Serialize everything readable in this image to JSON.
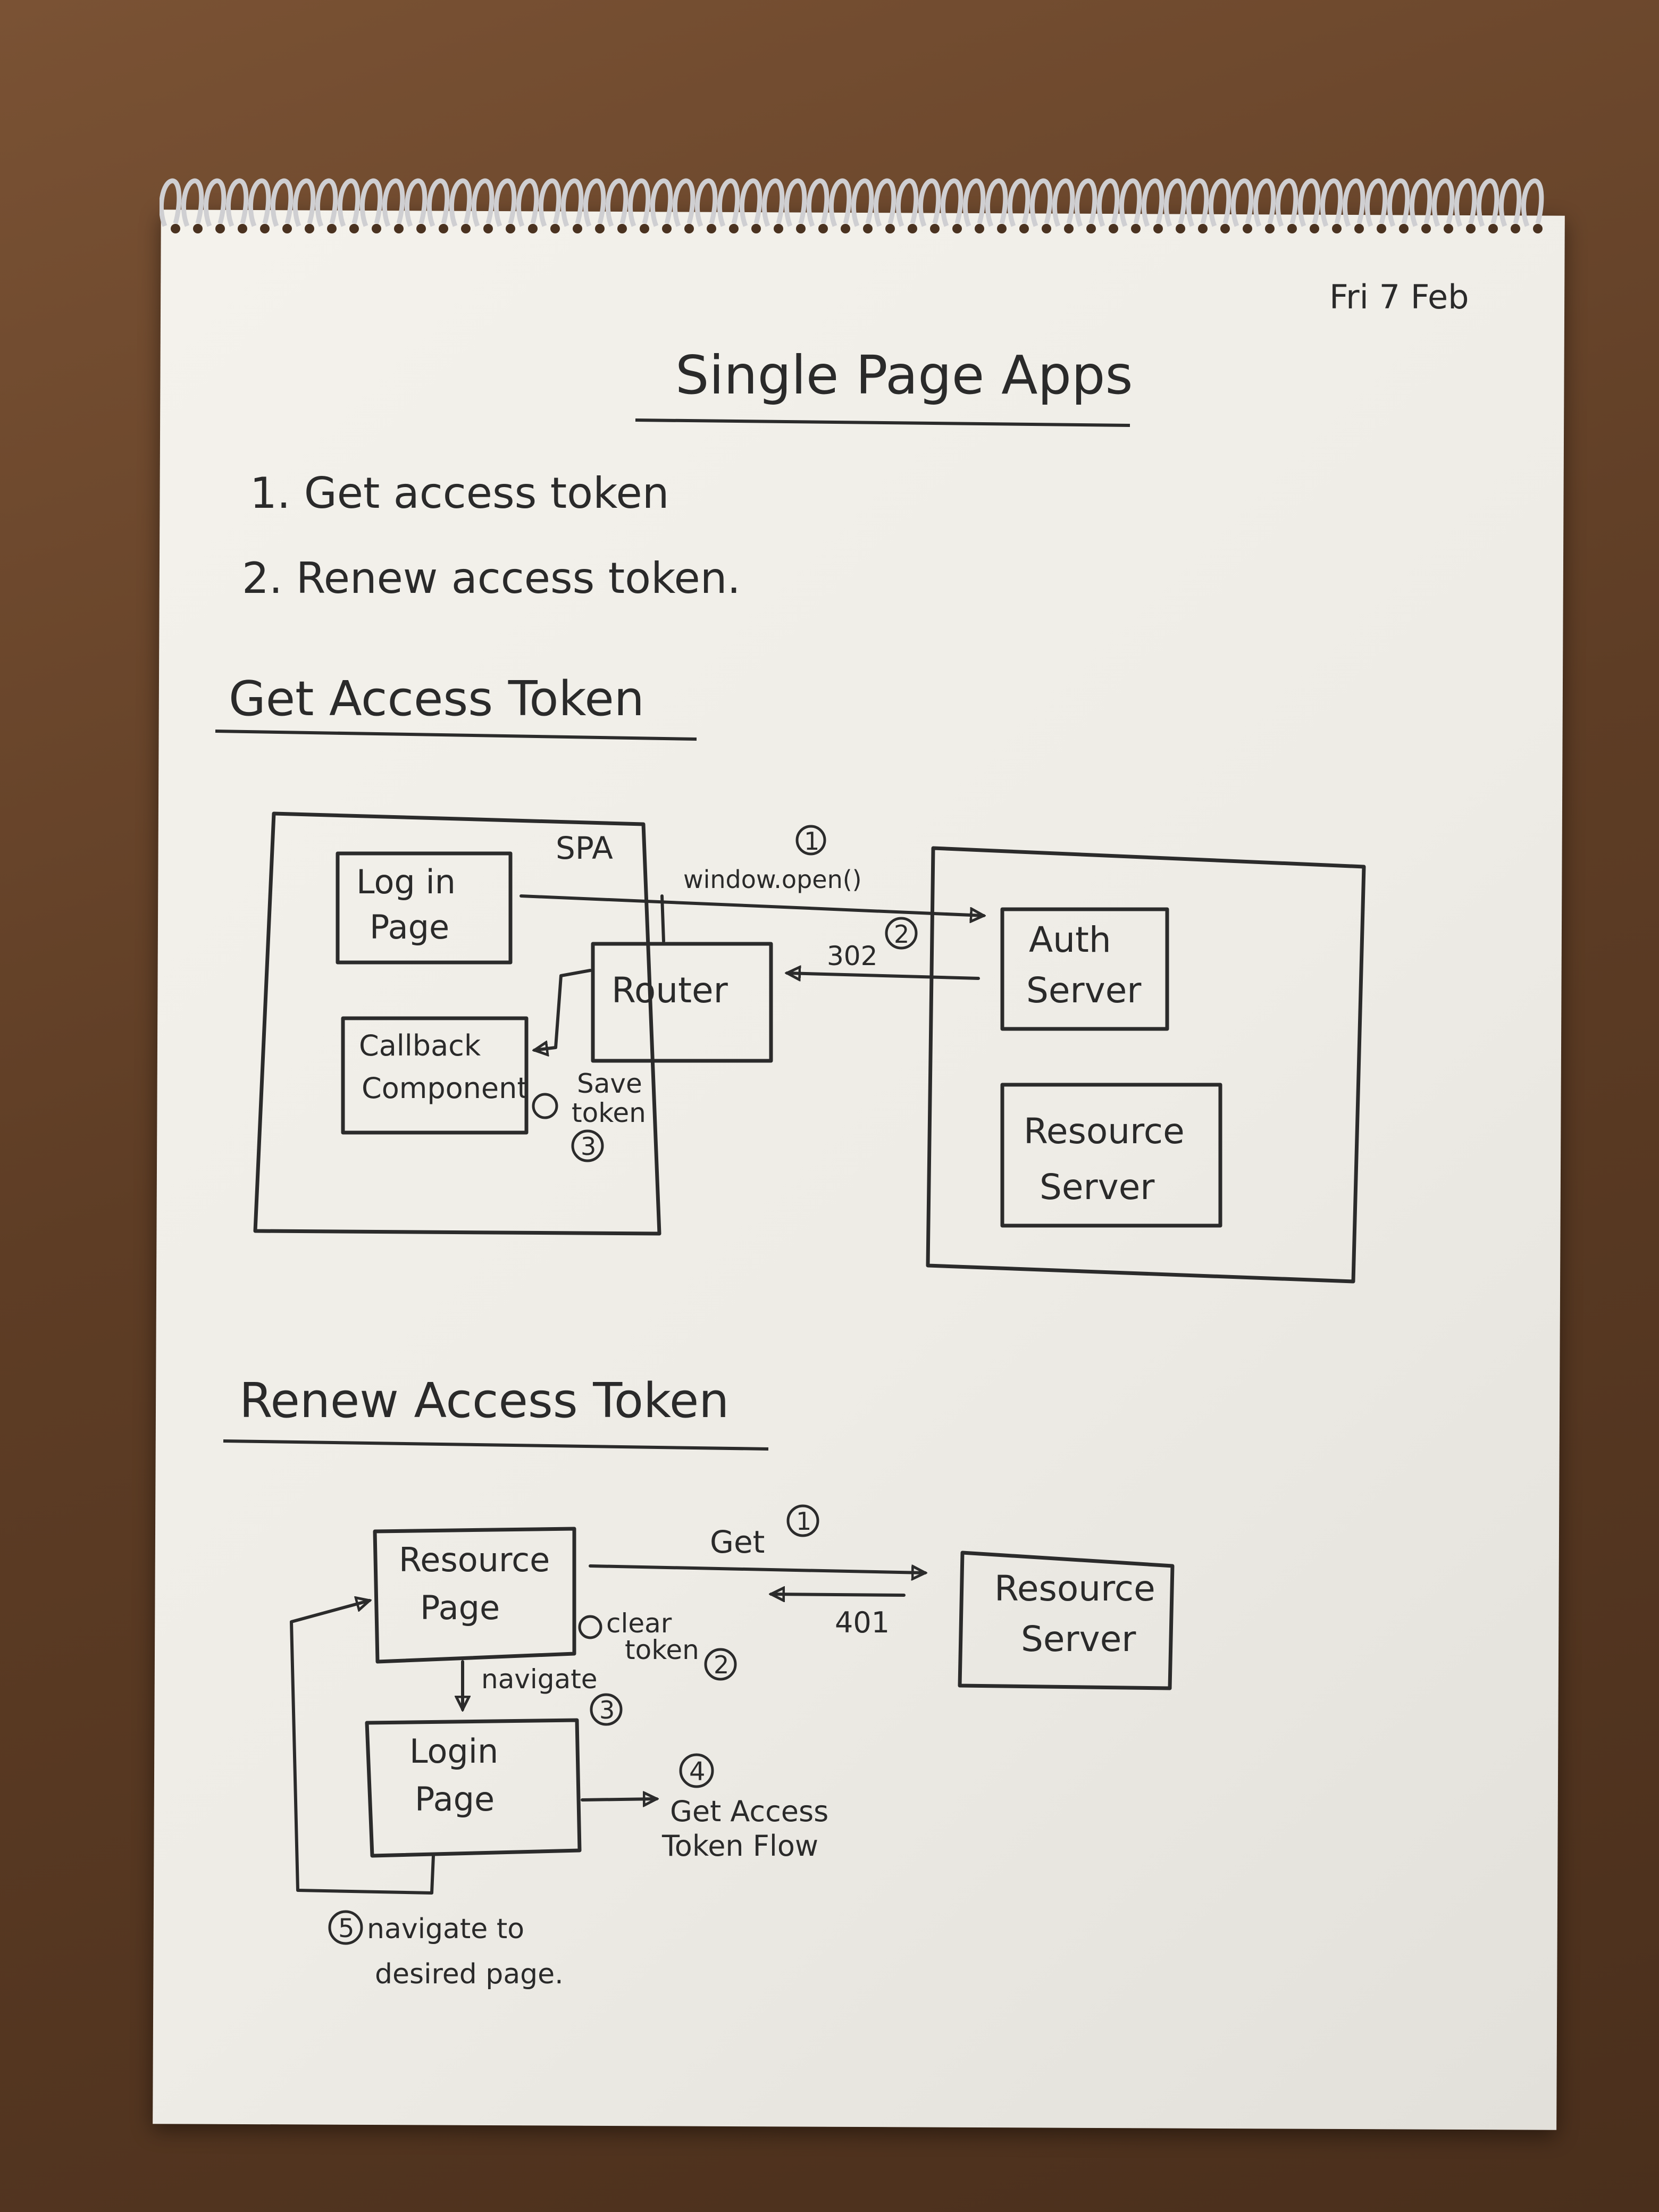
{
  "date": "Fri 7 Feb",
  "title": "Single Page Apps",
  "list": {
    "item1": "1. Get access token",
    "item2": "2. Renew access token."
  },
  "section1": {
    "heading": "Get Access Token",
    "spa_label": "SPA",
    "login_page": [
      "Log in",
      "Page"
    ],
    "router": "Router",
    "callback": [
      "Callback",
      "Component"
    ],
    "auth_server": [
      "Auth",
      "Server"
    ],
    "resource_server": [
      "Resource",
      "Server"
    ],
    "step1_num": "1",
    "step1_label": "window.open()",
    "step2_num": "2",
    "step2_label": "302",
    "step3_num": "3",
    "step3_label": [
      "Save",
      "token"
    ]
  },
  "section2": {
    "heading": "Renew Access Token",
    "resource_page": [
      "Resource",
      "Page"
    ],
    "login_page": [
      "Login",
      "Page"
    ],
    "resource_server": [
      "Resource",
      "Server"
    ],
    "step1_num": "1",
    "step1_label": "Get",
    "response_label": "401",
    "step2_num": "2",
    "step2_label": [
      "clear",
      "token"
    ],
    "step3_num": "3",
    "step3_label": "navigate",
    "step4_num": "4",
    "step4_label": [
      "Get Access",
      "Token Flow"
    ],
    "step5_num": "5",
    "step5_label": [
      "navigate to",
      "desired page."
    ]
  }
}
